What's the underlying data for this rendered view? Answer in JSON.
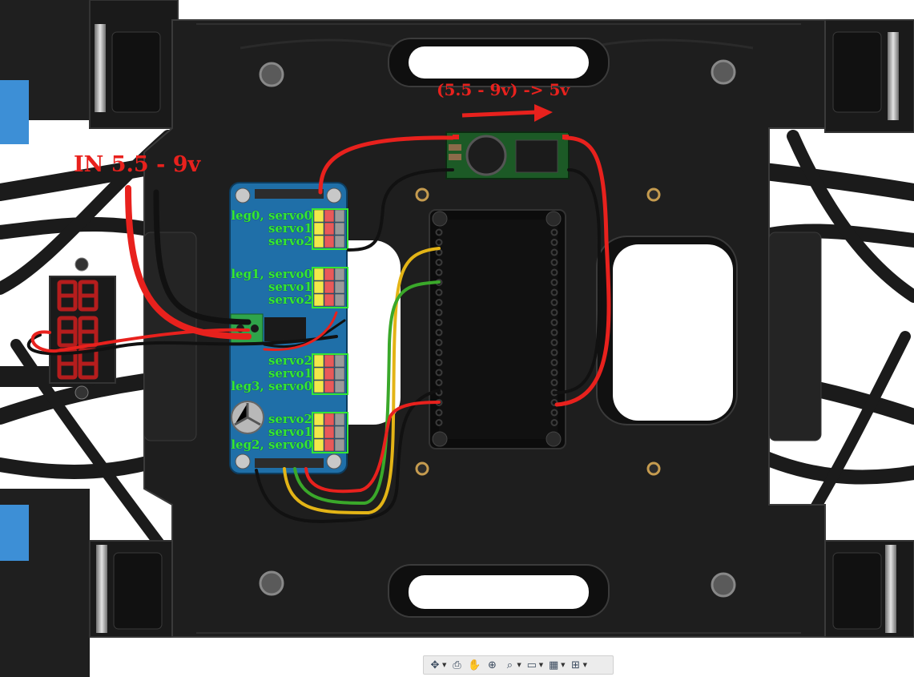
{
  "annotations": {
    "input_voltage": "IN 5.5 - 9v",
    "regulator": "(5.5 - 9v) -> 5v"
  },
  "servo_labels": [
    {
      "text": "leg0, servo0"
    },
    {
      "text": "servo1"
    },
    {
      "text": "servo2"
    },
    {
      "text": "leg1, servo0"
    },
    {
      "text": "servo1"
    },
    {
      "text": "servo2"
    },
    {
      "text": "servo2"
    },
    {
      "text": "servo1"
    },
    {
      "text": "leg3, servo0"
    },
    {
      "text": "servo2"
    },
    {
      "text": "servo1"
    },
    {
      "text": "leg2, servo0"
    }
  ],
  "voltmeter_display": "88.8",
  "colors": {
    "frame": "#1e1e1e",
    "frame_edge": "#3a3a3a",
    "board_blue": "#1f6fa8",
    "regulator_green": "#1c5a26",
    "wire_red": "#e8211d",
    "wire_black": "#111111",
    "wire_green": "#3aa82a",
    "wire_yellow": "#e3b416",
    "label_green": "#35e635",
    "servo_accent_blue": "#3d8fd6"
  },
  "toolbar": {
    "icons": [
      "orbit-icon",
      "look-at-icon",
      "pan-icon",
      "zoom-icon",
      "fit-icon",
      "display-mode-icon",
      "grid-icon",
      "viewports-icon"
    ]
  }
}
